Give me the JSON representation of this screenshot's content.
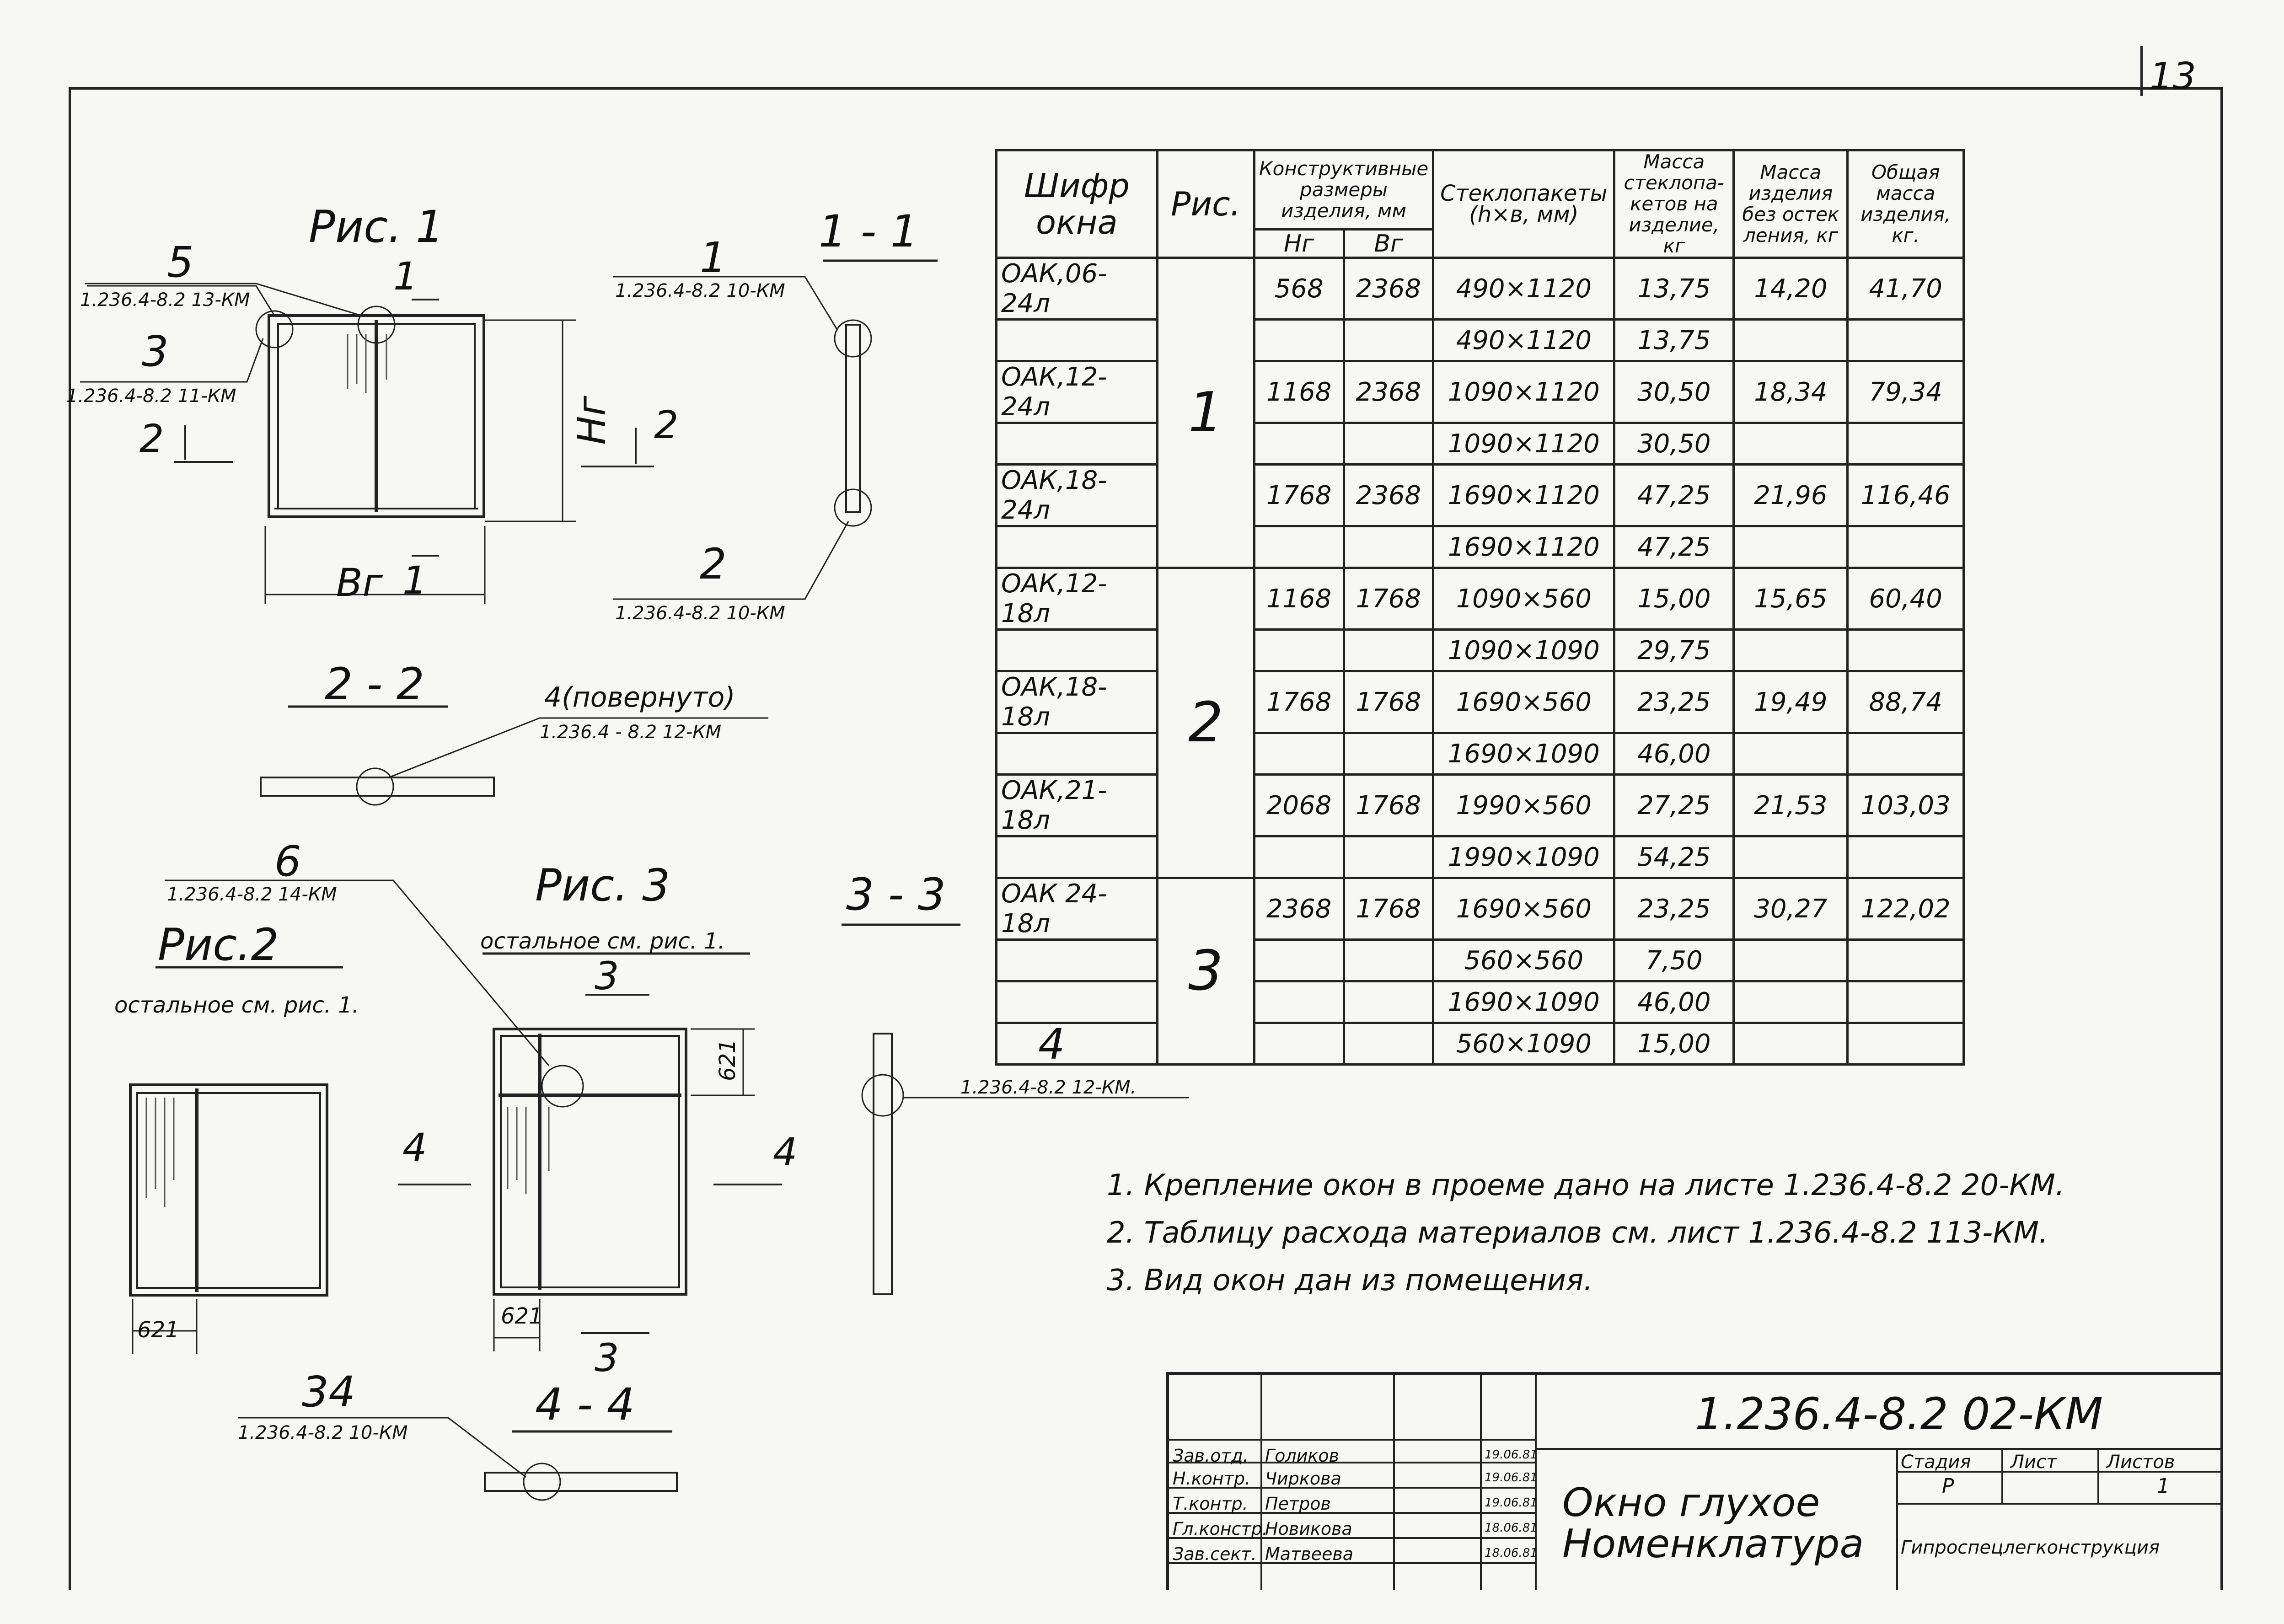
{
  "sheet_number": "13",
  "figures": {
    "fig1": {
      "label": "Рис. 1",
      "refs": [
        {
          "num": "5",
          "ref": "1.236.4-8.2 13-КМ"
        },
        {
          "num": "3",
          "ref": "1.236.4-8.2 11-КМ"
        }
      ],
      "dim_h": "Нг",
      "dim_b": "Вг",
      "cut_1": "1",
      "cut_2": "2"
    },
    "sec11": {
      "label": "1 - 1",
      "refs": [
        {
          "num": "1",
          "ref": "1.236.4-8.2 10-КМ"
        },
        {
          "num": "2",
          "ref": "1.236.4-8.2 10-КМ"
        }
      ]
    },
    "sec22": {
      "label": "2 - 2",
      "callout_num": "4(повернуто)",
      "callout_ref": "1.236.4 - 8.2 12-КМ"
    },
    "fig2": {
      "label": "Рис.2",
      "sub": "остальное см. рис. 1.",
      "ref_num": "6",
      "ref": "1.236.4-8.2 14-КМ",
      "dim": "621"
    },
    "fig3": {
      "label": "Рис. 3",
      "sub": "остальное см. рис. 1.",
      "dim_top": "621",
      "dim_bot": "621",
      "cut_3": "3",
      "cut_4": "4"
    },
    "sec33": {
      "label": "3 - 3",
      "ref_num": "4",
      "ref": "1.236.4-8.2 12-КМ."
    },
    "sec44": {
      "label": "4 - 4",
      "ref_num": "34",
      "ref": "1.236.4-8.2 10-КМ"
    }
  },
  "table": {
    "headers": {
      "code": "Шифр окна",
      "fig": "Рис.",
      "dims": "Конструктивные размеры изделия, мм",
      "hg": "Нг",
      "bg": "Вг",
      "glass": "Стеклопакеты (h×в, мм)",
      "glass_mass": "Масса стеклопа-кетов на изделие, кг",
      "mass_no_glass": "Масса изделия без остек ления, кг",
      "total_mass": "Общая масса изделия, кг."
    },
    "rows": [
      {
        "code": "ОАК,06-24л",
        "hg": "568",
        "bg": "2368",
        "glass": "490×1120",
        "gm": "13,75",
        "mng": "14,20",
        "tm": "41,70"
      },
      {
        "code": "",
        "hg": "",
        "bg": "",
        "glass": "490×1120",
        "gm": "13,75",
        "mng": "",
        "tm": ""
      },
      {
        "code": "ОАК,12-24л",
        "hg": "1168",
        "bg": "2368",
        "glass": "1090×1120",
        "gm": "30,50",
        "mng": "18,34",
        "tm": "79,34"
      },
      {
        "code": "",
        "hg": "",
        "bg": "",
        "glass": "1090×1120",
        "gm": "30,50",
        "mng": "",
        "tm": ""
      },
      {
        "code": "ОАК,18-24л",
        "hg": "1768",
        "bg": "2368",
        "glass": "1690×1120",
        "gm": "47,25",
        "mng": "21,96",
        "tm": "116,46"
      },
      {
        "code": "",
        "hg": "",
        "bg": "",
        "glass": "1690×1120",
        "gm": "47,25",
        "mng": "",
        "tm": ""
      },
      {
        "code": "ОАК,12-18л",
        "hg": "1168",
        "bg": "1768",
        "glass": "1090×560",
        "gm": "15,00",
        "mng": "15,65",
        "tm": "60,40"
      },
      {
        "code": "",
        "hg": "",
        "bg": "",
        "glass": "1090×1090",
        "gm": "29,75",
        "mng": "",
        "tm": ""
      },
      {
        "code": "ОАК,18-18л",
        "hg": "1768",
        "bg": "1768",
        "glass": "1690×560",
        "gm": "23,25",
        "mng": "19,49",
        "tm": "88,74"
      },
      {
        "code": "",
        "hg": "",
        "bg": "",
        "glass": "1690×1090",
        "gm": "46,00",
        "mng": "",
        "tm": ""
      },
      {
        "code": "ОАК,21-18л",
        "hg": "2068",
        "bg": "1768",
        "glass": "1990×560",
        "gm": "27,25",
        "mng": "21,53",
        "tm": "103,03"
      },
      {
        "code": "",
        "hg": "",
        "bg": "",
        "glass": "1990×1090",
        "gm": "54,25",
        "mng": "",
        "tm": ""
      },
      {
        "code": "ОАК 24-18л",
        "hg": "2368",
        "bg": "1768",
        "glass": "1690×560",
        "gm": "23,25",
        "mng": "30,27",
        "tm": "122,02"
      },
      {
        "code": "",
        "hg": "",
        "bg": "",
        "glass": "560×560",
        "gm": "7,50",
        "mng": "",
        "tm": ""
      },
      {
        "code": "",
        "hg": "",
        "bg": "",
        "glass": "1690×1090",
        "gm": "46,00",
        "mng": "",
        "tm": ""
      },
      {
        "code": "",
        "hg": "",
        "bg": "",
        "glass": "560×1090",
        "gm": "15,00",
        "mng": "",
        "tm": ""
      }
    ],
    "fig_groups": [
      "1",
      "2",
      "3"
    ]
  },
  "notes": [
    "1. Крепление окон в проеме дано на листе 1.236.4-8.2 20-КМ.",
    "2. Таблицу расхода материалов см. лист 1.236.4-8.2 113-КМ.",
    "3. Вид окон дан из помещения."
  ],
  "title_block": {
    "drawing_no": "1.236.4-8.2 02-КМ",
    "name_line1": "Окно глухое",
    "name_line2": "Номенклатура",
    "stage_label": "Стадия",
    "sheet_label": "Лист",
    "sheets_label": "Листов",
    "stage": "Р",
    "sheets": "1",
    "org": "Гипроспецлегконструкция",
    "signers": [
      {
        "role": "Зав.отд.",
        "name": "Голиков",
        "date": "19.06.81"
      },
      {
        "role": "Н.контр.",
        "name": "Чиркова",
        "date": "19.06.81"
      },
      {
        "role": "Т.контр.",
        "name": "Петров",
        "date": "19.06.81"
      },
      {
        "role": "Гл.констр.",
        "name": "Новикова",
        "date": "18.06.81"
      },
      {
        "role": "Зав.сект.",
        "name": "Матвеева",
        "date": "18.06.81"
      }
    ]
  }
}
